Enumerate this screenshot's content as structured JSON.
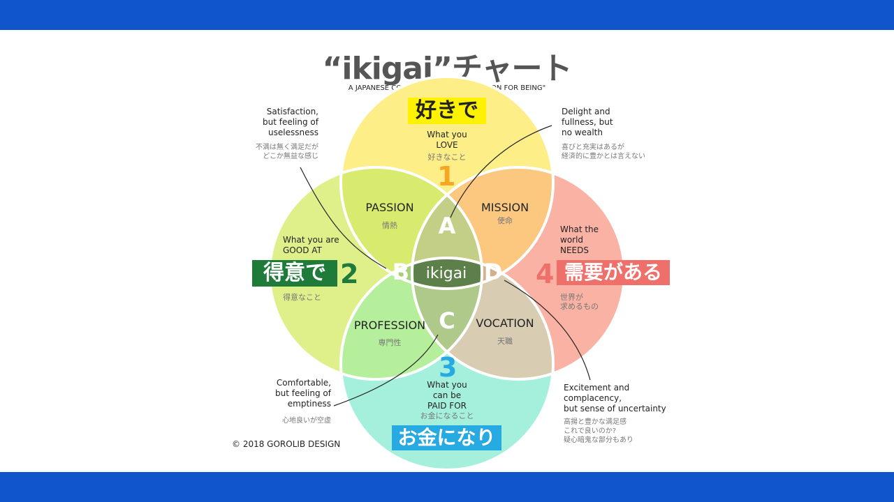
{
  "title": "“ikigai”チャート",
  "subtitle": "A JAPANESE CONCEPT MEANING \"A REASON FOR BEING\"",
  "colors": {
    "band": "#1155cc",
    "love": "#fff200",
    "good_at": "#1e7b3a",
    "needs": "#ef6f6a",
    "paid": "#27a9e1",
    "center": "#5d7f4a"
  },
  "circles": {
    "love": {
      "tag": "好きで",
      "number": "1",
      "en": [
        "What you",
        "LOVE"
      ],
      "jp": "好きなこと"
    },
    "good_at": {
      "tag": "得意で",
      "number": "2",
      "en": [
        "What you are",
        "GOOD AT"
      ],
      "jp": "得意なこと"
    },
    "paid": {
      "tag": "お金になり",
      "number": "3",
      "en": [
        "What you",
        "can be",
        "PAID FOR"
      ],
      "jp": "お金になること"
    },
    "needs": {
      "tag": "需要がある",
      "number": "4",
      "en": [
        "What the",
        "world",
        "NEEDS"
      ],
      "jp": [
        "世界が",
        "求めるもの"
      ]
    }
  },
  "zones": {
    "passion": {
      "en": "PASSION",
      "jp": "情熱"
    },
    "mission": {
      "en": "MISSION",
      "jp": "使命"
    },
    "profession": {
      "en": "PROFESSION",
      "jp": "専門性"
    },
    "vocation": {
      "en": "VOCATION",
      "jp": "天職"
    }
  },
  "letters": {
    "a": "A",
    "b": "B",
    "c": "C",
    "d": "D"
  },
  "center": "ikigai",
  "annotations": {
    "top_left": {
      "en": [
        "Satisfaction,",
        "but feeling of",
        "uselessness"
      ],
      "jp": [
        "不満は無く満足だが",
        "どこか無益な感じ"
      ]
    },
    "top_right": {
      "en": [
        "Delight and",
        "fullness, but",
        "no wealth"
      ],
      "jp": [
        "喜びと充実はあるが",
        "経済的に豊かとは言えない"
      ]
    },
    "bottom_left": {
      "en": [
        "Comfortable,",
        "but feeling of",
        "emptiness"
      ],
      "jp": [
        "心地良いが空虚"
      ]
    },
    "bottom_right": {
      "en": [
        "Excitement and",
        "complacency,",
        "but sense of uncertainty"
      ],
      "jp": [
        "高揚と豊かな満足感",
        "これで良いのか?",
        "疑心暗鬼な部分もあり"
      ]
    }
  },
  "copyright": "© 2018 GOROLIB DESIGN"
}
